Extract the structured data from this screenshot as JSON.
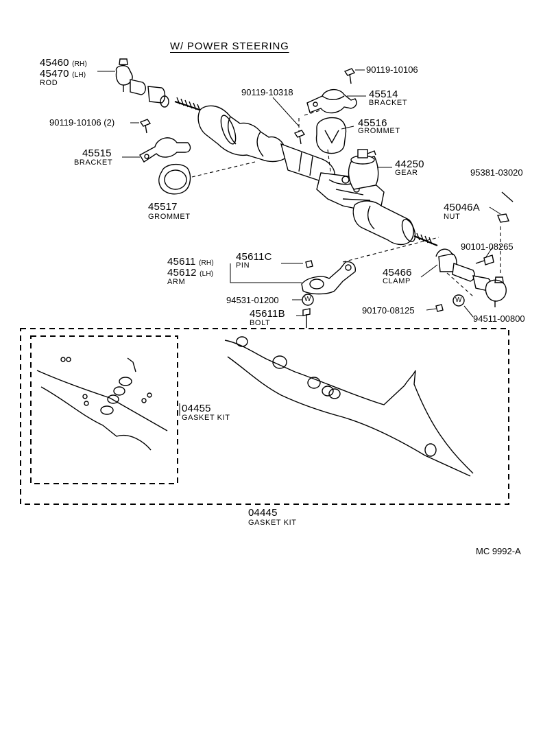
{
  "title": "W/ POWER STEERING",
  "parts": {
    "rod_rh": "45460",
    "rh_tag": "(RH)",
    "rod_lh": "45470",
    "lh_tag": "(LH)",
    "rod_name": "ROD",
    "bolt_top": "90119-10106",
    "bolt_mid": "90119-10318",
    "bracket_r": "45514",
    "bracket_r_name": "BRACKET",
    "bolt_left": "90119-10106 (2)",
    "grommet_r": "45516",
    "grommet_r_name": "GROMMET",
    "bracket_l": "45515",
    "bracket_l_name": "BRACKET",
    "gear": "44250",
    "gear_name": "GEAR",
    "grommet_l": "45517",
    "grommet_l_name": "GROMMET",
    "pin_right": "95381-03020",
    "nut": "45046A",
    "nut_name": "NUT",
    "pin": "45611C",
    "pin_name": "PIN",
    "bolt_clamp": "90101-08265",
    "arm_rh": "45611",
    "arm_rh_tag": "(RH)",
    "arm_lh": "45612",
    "arm_lh_tag": "(LH)",
    "arm_name": "ARM",
    "clamp": "45466",
    "clamp_name": "CLAMP",
    "washer_l": "94531-01200",
    "washer_symbol": "W",
    "nut_small": "90170-08125",
    "washer_r": "94511-00800",
    "bolt_arm": "45611B",
    "bolt_arm_name": "BOLT",
    "gasket_inner": "04455",
    "gasket_inner_name": "GASKET KIT",
    "gasket_outer": "04445",
    "gasket_outer_name": "GASKET KIT"
  },
  "ref_code": "MC  9992-A"
}
